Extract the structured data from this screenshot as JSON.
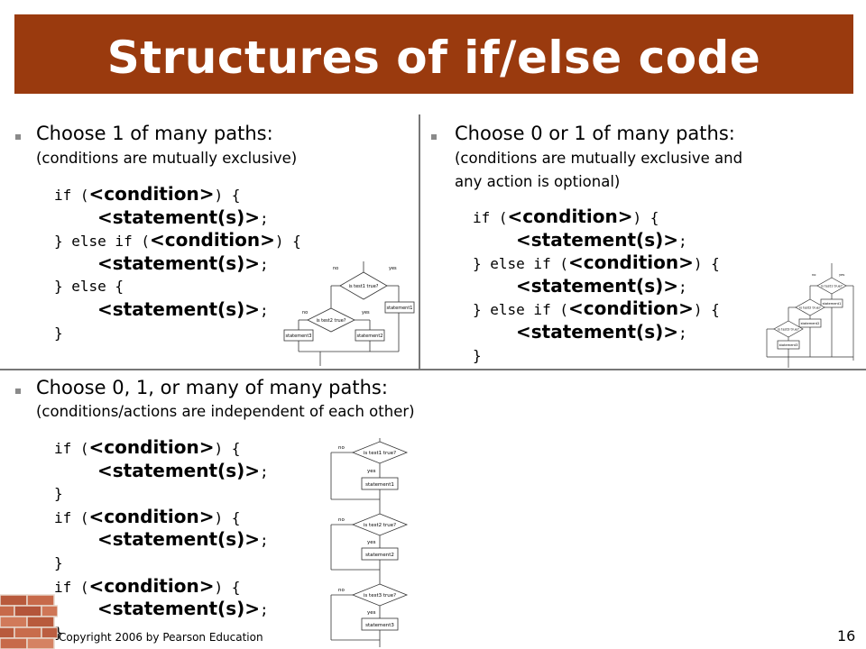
{
  "title": "Structures of if/else code",
  "section1": {
    "heading": "Choose 1 of many paths:",
    "sub": "(conditions are mutually exclusive)",
    "code": {
      "if1": "if (",
      "cond": "<condition>",
      "brace_open": ") {",
      "stmt": "<statement(s)>",
      "semi": ";",
      "elseif": "} else if (",
      "else": "} else {",
      "close": "}"
    },
    "flow": {
      "no": "no",
      "yes": "yes",
      "test1": "is test1 true?",
      "test2": "is test2 true?",
      "statement1": "statement1",
      "statement2": "statement2",
      "statement3": "statement3"
    }
  },
  "section2": {
    "heading": "Choose 0 or 1 of many paths:",
    "sub_line1": "(conditions are mutually exclusive and",
    "sub_line2": "any action is optional)",
    "code": {
      "if1": "if (",
      "cond": "<condition>",
      "brace_open": ") {",
      "stmt": "<statement(s)>",
      "semi": ";",
      "elseif": "} else if (",
      "close": "}"
    },
    "flow": {
      "no": "no",
      "yes": "yes",
      "test1": "is test1 true?",
      "test2": "is test2 true?",
      "test3": "is test3 true?",
      "statement1": "statement1",
      "statement2": "statement2",
      "statement3": "statement3"
    }
  },
  "section3": {
    "heading": "Choose 0, 1, or many of many paths:",
    "sub": "(conditions/actions are independent of each other)",
    "code": {
      "if1": "if (",
      "cond": "<condition>",
      "brace_open": ") {",
      "stmt": "<statement(s)>",
      "semi": ";",
      "close": "}"
    },
    "flow": {
      "no": "no",
      "yes": "yes",
      "test1": "is test1 true?",
      "test2": "is test2 true?",
      "test3": "is test3 true?",
      "statement1": "statement1",
      "statement2": "statement2",
      "statement3": "statement3"
    }
  },
  "footer": "Copyright 2006 by Pearson Education",
  "page_number": "16",
  "colors": {
    "title_bar": "#9a3a0e",
    "title_text": "#ffffff",
    "divider": "#777777",
    "bullet": "#8a8a8a"
  }
}
